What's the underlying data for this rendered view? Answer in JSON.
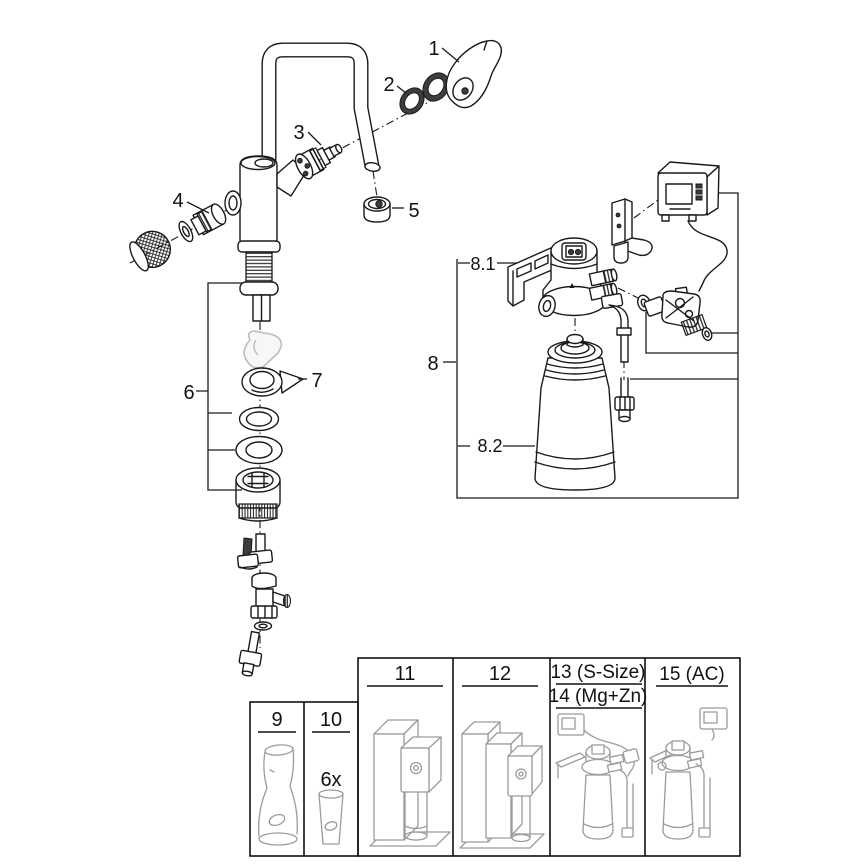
{
  "diagram": {
    "callouts": {
      "c1": "1",
      "c2": "2",
      "c3": "3",
      "c4": "4",
      "c5": "5",
      "c6": "6",
      "c7": "7",
      "c8": "8",
      "c8_1": "8.1",
      "c8_2": "8.2"
    }
  },
  "tables": {
    "left": {
      "col9_header": "9",
      "col10_header": "10",
      "col10_quantity": "6x"
    },
    "right": {
      "col11_header": "11",
      "col12_header": "12",
      "col13_header": "13 (S-Size)",
      "col14_header": "14 (Mg+Zn)",
      "col15_header": "15 (AC)"
    }
  },
  "colors": {
    "line": "#1a1a1a",
    "ghost_part": "#bcbcbc",
    "accessory_art": "#9b9b9b",
    "table_border": "#111111",
    "dark_fill": "#3d3d3d"
  }
}
